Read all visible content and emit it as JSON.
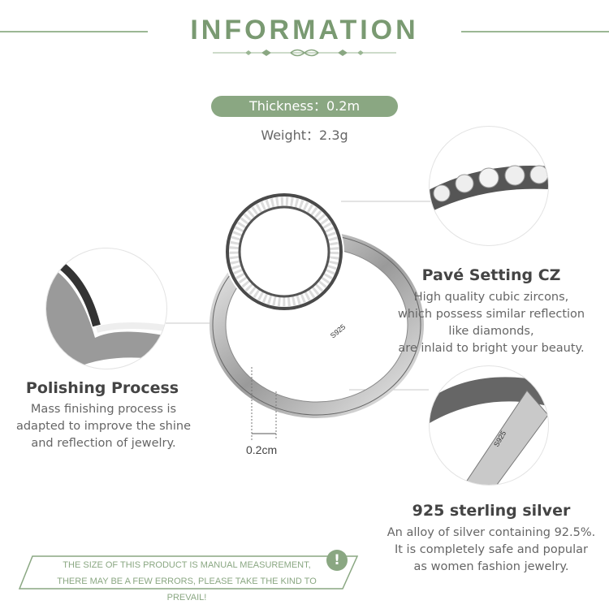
{
  "header": {
    "title": "INFORMATION"
  },
  "specs": {
    "thickness": "Thickness：0.2m",
    "weight": "Weight：2.3g"
  },
  "pave": {
    "title": "Pavé Setting CZ",
    "lines": [
      "High quality cubic zircons,",
      "which possess similar reflection",
      "like diamonds,",
      "are inlaid to bright your beauty."
    ]
  },
  "polishing": {
    "title": "Polishing Process",
    "lines": [
      "Mass finishing process is",
      "adapted to improve the shine",
      "and reflection of jewelry."
    ]
  },
  "silver": {
    "title": "925 sterling silver",
    "lines": [
      "An alloy of silver containing 92.5%.",
      "It is completely safe and popular",
      "as women fashion jewelry."
    ]
  },
  "ring": {
    "dimension": "0.2cm",
    "stamp": "S925"
  },
  "note": {
    "line1": "THE SIZE OF THIS PRODUCT IS MANUAL MEASUREMENT,",
    "line2": "THERE MAY BE A FEW ERRORS, PLEASE TAKE THE KIND TO PREVAIL!",
    "icon_glyph": "!"
  },
  "colors": {
    "accent": "#8aa782",
    "title": "#7a9a72",
    "text": "#666666"
  }
}
